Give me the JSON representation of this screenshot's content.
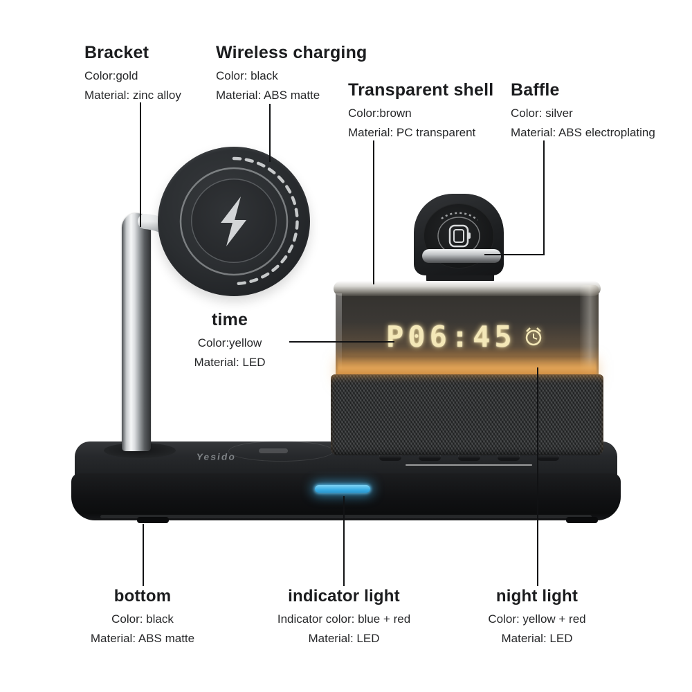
{
  "page": {
    "background": "#FFFFFF"
  },
  "callouts": {
    "bracket": {
      "title": "Bracket",
      "lines": [
        "Color:gold",
        "Material: zinc alloy"
      ]
    },
    "wireless_charging": {
      "title": "Wireless charging",
      "lines": [
        "Color: black",
        "Material: ABS matte"
      ]
    },
    "transparent_shell": {
      "title": "Transparent shell",
      "lines": [
        "Color:brown",
        "Material: PC transparent"
      ]
    },
    "baffle": {
      "title": "Baffle",
      "lines": [
        "Color: silver",
        "Material: ABS electroplating"
      ]
    },
    "time": {
      "title": "time",
      "lines": [
        "Color:yellow",
        "Material: LED"
      ]
    },
    "bottom": {
      "title": "bottom",
      "lines": [
        "Color: black",
        "Material: ABS matte"
      ]
    },
    "indicator_light": {
      "title": "indicator light",
      "lines": [
        "Indicator color: blue + red",
        "Material: LED"
      ]
    },
    "night_light": {
      "title": "night light",
      "lines": [
        "Color: yellow + red",
        "Material: LED"
      ]
    }
  },
  "device": {
    "brand_logo": "Yesido",
    "led_display": {
      "text": "P06:45",
      "suffix_icon": "alarm-clock-icon",
      "color": "#F4E8B8"
    },
    "indicator_light_color": "#3AAEE6",
    "night_light_color": "#D9954F",
    "icons": {
      "charging_pad_center": "lightning-bolt",
      "watch_dock_center": "smartwatch-outline"
    }
  }
}
